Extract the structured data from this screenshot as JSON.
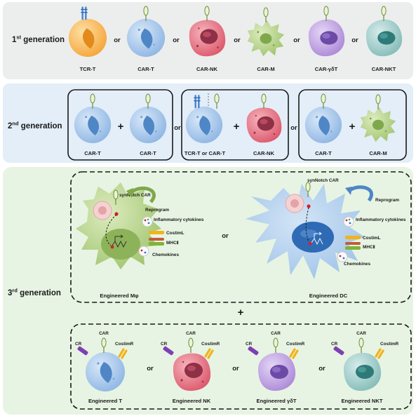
{
  "generations": {
    "first": {
      "label": "1",
      "sup": "st",
      "rest": " generation"
    },
    "second": {
      "label": "2",
      "sup": "nd",
      "rest": " generation"
    },
    "third": {
      "label": "3",
      "sup": "rd",
      "rest": " generation"
    }
  },
  "gen1_cells": [
    "TCR-T",
    "CAR-T",
    "CAR-NK",
    "CAR-M",
    "CAR-γδT",
    "CAR-NKT"
  ],
  "gen2_pairs": [
    {
      "a": "CAR-T",
      "b": "CAR-T"
    },
    {
      "a": "TCR-T or CAR-T",
      "b": "CAR-NK"
    },
    {
      "a": "CAR-T",
      "b": "CAR-M"
    }
  ],
  "connectors": {
    "or": "or",
    "plus": "+"
  },
  "gen3": {
    "macrophage": {
      "title": "Engineered Mφ",
      "receptor": "synNotch CAR",
      "reprogram": "Reprogram",
      "inflammatory": "Inflammatory cytokines",
      "costim": "CostimL",
      "mhc": "MHCⅡ",
      "chemokines": "Chemokines"
    },
    "dc": {
      "title": "Engineered DC",
      "receptor": "synNotch CAR",
      "reprogram": "Reprogram",
      "inflammatory": "Inflammatory cytokines",
      "costim": "CostimL",
      "mhc": "MHCⅡ",
      "chemokines": "Chemokines"
    },
    "effectors": [
      {
        "title": "Engineered T"
      },
      {
        "title": "Engineered NK"
      },
      {
        "title": "Engineered γδT"
      },
      {
        "title": "Engineered NKT"
      }
    ],
    "effector_labels": {
      "cr": "CR",
      "car": "CAR",
      "costimr": "CostimR"
    }
  },
  "colors": {
    "panel1": "#eceeed",
    "panel2": "#e3eef8",
    "panel3": "#e7f4e3",
    "tcell": "#a9c9ee",
    "nk": "#e56f7f",
    "mac": "#b9d58e",
    "gdt": "#c2a7e3",
    "nkt": "#a7d1cf",
    "tcrt": "#f8b74a"
  }
}
